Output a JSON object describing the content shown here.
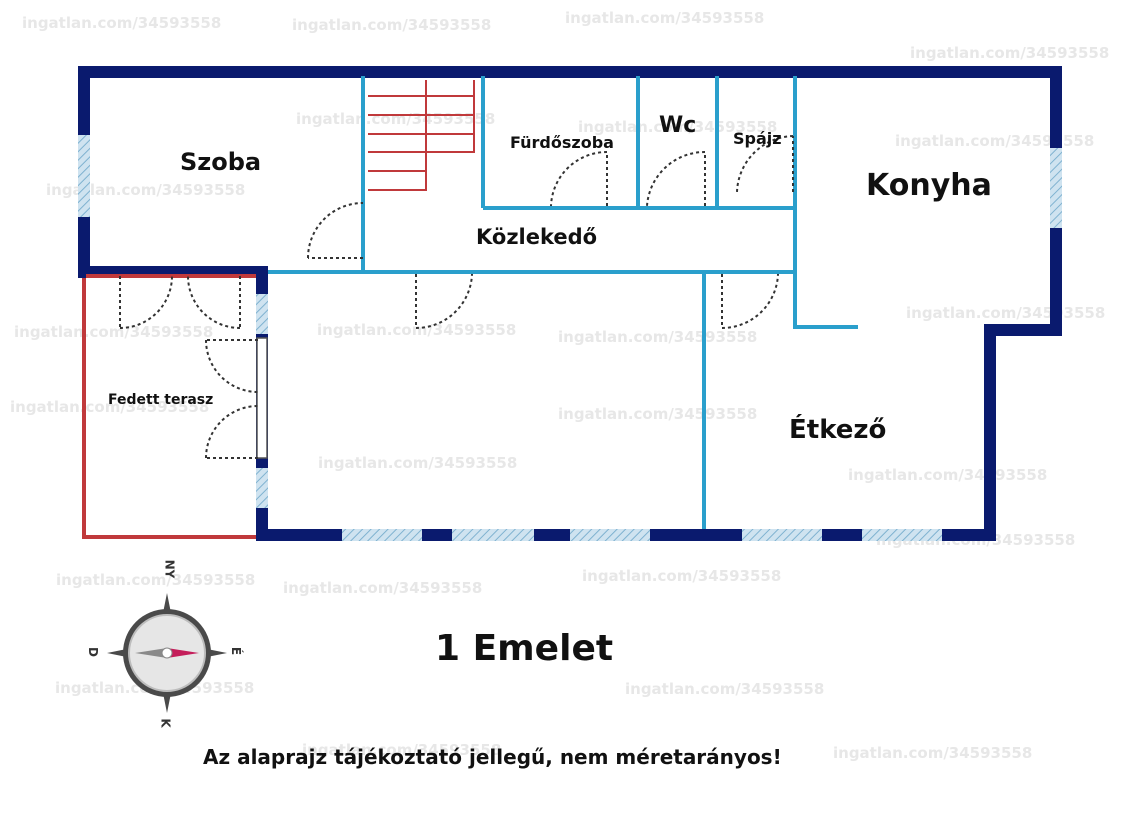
{
  "floor_title": "1 Emelet",
  "disclaimer": "Az alaprajz tájékoztató jellegű, nem méretarányos!",
  "watermark": "ingatlan.com/34593558",
  "rooms": {
    "szoba": "Szoba",
    "furdoszoba": "Fürdőszoba",
    "wc": "Wc",
    "spajz": "Spájz",
    "konyha": "Konyha",
    "kozlekedo": "Közlekedő",
    "fedett_terasz": "Fedett terasz",
    "etkezo": "Étkező"
  },
  "compass": {
    "north": "NY",
    "east": "É",
    "south": "K",
    "west": "D"
  },
  "colors": {
    "outer_wall": "#0a1a6e",
    "inner_wall": "#2a9fcc",
    "terrace": "#c0393b",
    "stair": "#c0393b",
    "window": "#9ec9e0"
  }
}
